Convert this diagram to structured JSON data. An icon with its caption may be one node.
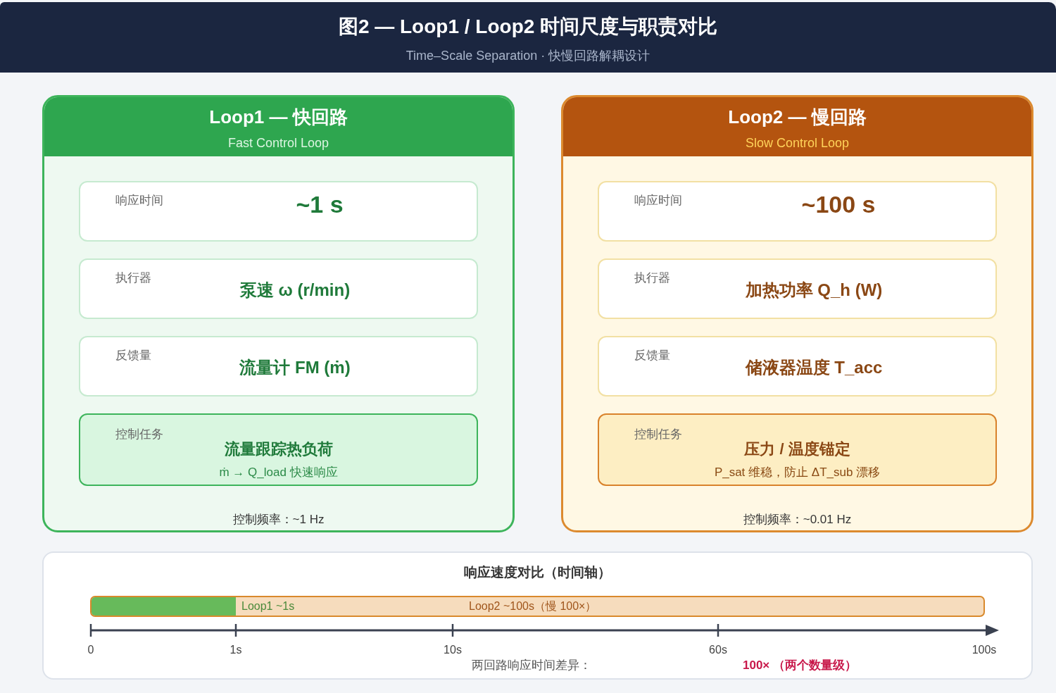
{
  "diagram": {
    "title": "图2 — Loop1 / Loop2 时间尺度与职责对比",
    "nodes": [
      {
        "text": [
          "Loop1 — 快回路",
          "Fast Control Loop",
          "控制频率：~1 Hz"
        ]
      },
      {
        "text": [
          "响应时间",
          "~1 s"
        ],
        "in": 0
      },
      {
        "text": [
          "执行器",
          "泵速 ω (r/min)"
        ],
        "in": 0
      },
      {
        "text": [
          "反馈量",
          "流量计 FM (ṁ)"
        ],
        "in": 0
      },
      {
        "text": [
          "控制任务",
          "流量跟踪热负荷",
          "ṁ → Q_load 快速响应"
        ],
        "in": 0
      },
      {
        "text": [
          "Loop2 — 慢回路",
          "Slow Control Loop",
          "控制频率：~0.01 Hz"
        ]
      },
      {
        "text": [
          "响应时间",
          "~100 s"
        ],
        "in": 5
      },
      {
        "text": [
          "执行器",
          "加热功率 Q_h (W)"
        ],
        "in": 5
      },
      {
        "text": [
          "反馈量",
          "储液器温度 T_acc"
        ],
        "in": 5
      },
      {
        "text": [
          "控制任务",
          "压力 / 温度锚定",
          "P_sat 维稳，防止 ΔT_sub 漂移"
        ],
        "in": 5
      },
      {
        "text": [
          "响应速度对比（时间轴）"
        ]
      },
      {
        "text": [
          "Loop2 ~100s（慢 100×）"
        ],
        "in": 10
      },
      {
        "text": [],
        "shape": "bar",
        "beside": [
          "Loop1 ~1s"
        ],
        "in": 11
      }
    ],
    "labels": [
      "Time–Scale Separation · 快慢回路解耦设计",
      "0",
      "1s",
      "10s",
      "60s",
      "100s",
      "两回路响应时间差异：",
      "100× （两个数量级）"
    ]
  }
}
